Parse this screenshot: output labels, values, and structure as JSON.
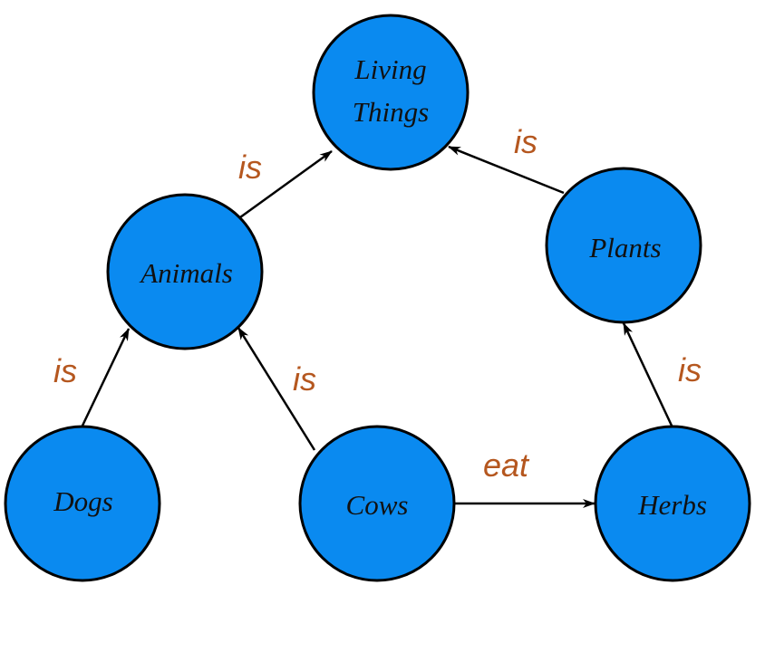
{
  "colors": {
    "node_fill": "#0a8af0",
    "node_stroke": "#000000",
    "edge_line": "#000000",
    "edge_label": "#b5571f"
  },
  "nodes": {
    "living_things": {
      "line1": "Living",
      "line2": "Things"
    },
    "animals": {
      "label": "Animals"
    },
    "plants": {
      "label": "Plants"
    },
    "dogs": {
      "label": "Dogs"
    },
    "cows": {
      "label": "Cows"
    },
    "herbs": {
      "label": "Herbs"
    }
  },
  "edges": {
    "animals_living": {
      "label": "is"
    },
    "plants_living": {
      "label": "is"
    },
    "dogs_animals": {
      "label": "is"
    },
    "cows_animals": {
      "label": "is"
    },
    "herbs_plants": {
      "label": "is"
    },
    "cows_herbs": {
      "label": "eat"
    }
  }
}
